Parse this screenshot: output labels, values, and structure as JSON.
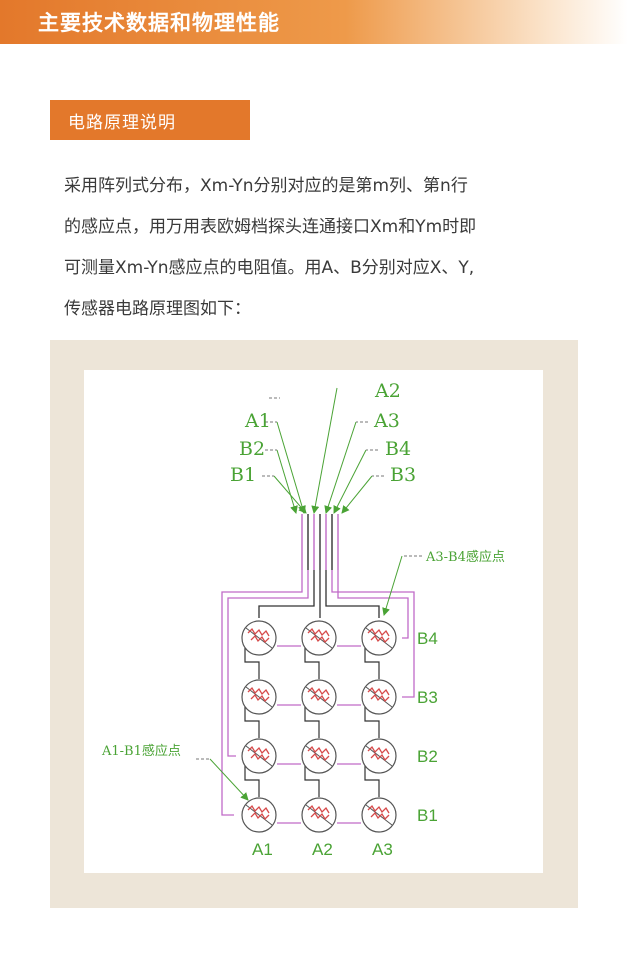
{
  "header": {
    "title": "主要技术数据和物理性能"
  },
  "section": {
    "title": "电路原理说明"
  },
  "intro": {
    "lines": [
      "采用阵列式分布，Xm-Yn分别对应的是第m列、第n行",
      "的感应点，用万用表欧姆档探头连通接口Xm和Ym时即",
      "可测量Xm-Yn感应点的电阻值。用A、B分别对应X、Y,",
      "传感器电路原理图如下："
    ]
  },
  "diagram": {
    "lead_labels": {
      "a2": "A2",
      "a1": "A1",
      "a3": "A3",
      "b2": "B2",
      "b4": "B4",
      "b1": "B1",
      "b3": "B3"
    },
    "callouts": {
      "a3_b4": "A3-B4感应点",
      "a1_b1": "A1-B1感应点"
    },
    "row_labels": [
      "B4",
      "B3",
      "B2",
      "B1"
    ],
    "column_labels": [
      "A1",
      "A2",
      "A3"
    ],
    "colors": {
      "label_green": "#4aa335",
      "wire_purple": "#c06ac8",
      "wire_black": "#333333",
      "sensor_red": "#d64a4a",
      "header_orange": "#e3782b"
    }
  }
}
